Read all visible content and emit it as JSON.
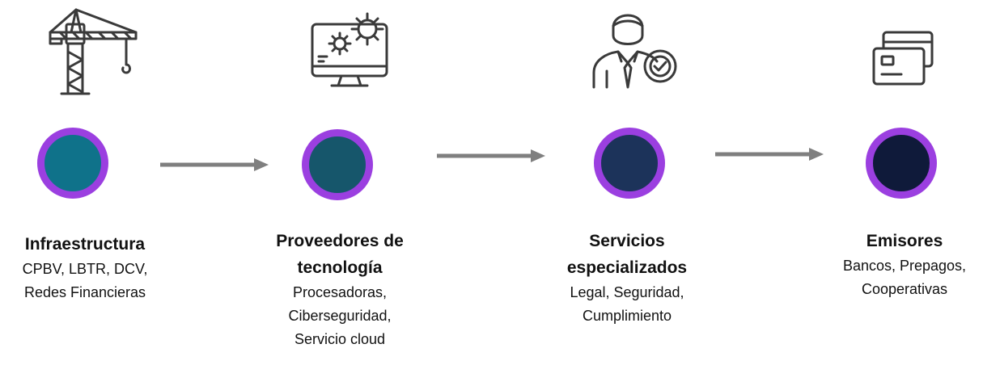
{
  "colors": {
    "ring": "#9b3fe0",
    "arrow": "#7f7f7f",
    "icon_stroke": "#3a3a3a"
  },
  "stages": [
    {
      "icon": "crane-icon",
      "fill": "#0f728a",
      "title": "Infraestructura",
      "lines": [
        "CPBV, LBTR, DCV,",
        "Redes Financieras"
      ]
    },
    {
      "icon": "monitor-gears-icon",
      "fill": "#16566b",
      "title_lines": [
        "Proveedores de",
        "tecnología"
      ],
      "lines": [
        "Procesadoras,",
        "Ciberseguridad,",
        "Servicio cloud"
      ]
    },
    {
      "icon": "consultant-check-icon",
      "fill": "#1c335a",
      "title_lines": [
        "Servicios",
        "especializados"
      ],
      "lines": [
        "Legal, Seguridad,",
        "Cumplimiento"
      ]
    },
    {
      "icon": "cards-icon",
      "fill": "#0f1a3a",
      "title": "Emisores",
      "lines": [
        "Bancos, Prepagos,",
        "Cooperativas"
      ]
    }
  ]
}
